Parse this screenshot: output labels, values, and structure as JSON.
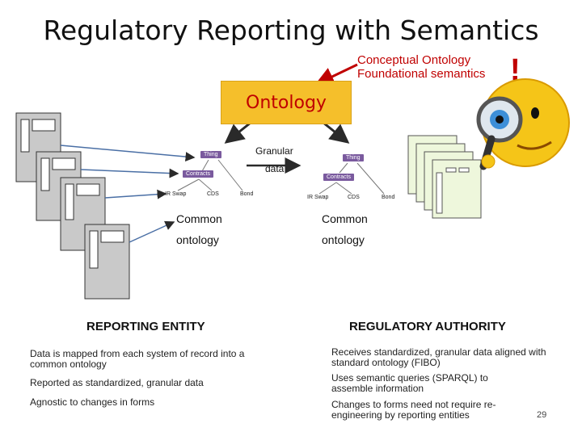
{
  "title": "Regulatory Reporting with Semantics",
  "callout": {
    "line1": "Conceptual Ontology",
    "line2": "Foundational semantics",
    "exclaim": "!"
  },
  "ontology_box": "Ontology",
  "granular": {
    "line1": "Granular",
    "line2": "data"
  },
  "left_tree": {
    "root": "Thing",
    "mid": "Contracts",
    "leaves": [
      "IR Swap",
      "CDS",
      "Bond"
    ],
    "caption1": "Common",
    "caption2": "ontology"
  },
  "right_tree": {
    "root": "Thing",
    "mid": "Contracts",
    "leaves": [
      "IR Swap",
      "CDS",
      "Bond"
    ],
    "caption1": "Common",
    "caption2": "ontology"
  },
  "left_section": {
    "heading": "REPORTING ENTITY",
    "bullets": [
      "Data is mapped from each system of record into a common ontology",
      "Reported as standardized, granular data",
      "Agnostic to changes in forms"
    ]
  },
  "right_section": {
    "heading": "REGULATORY AUTHORITY",
    "bullets": [
      "Receives standardized, granular data aligned with standard ontology (FIBO)",
      "Uses semantic queries (SPARQL) to assemble information",
      "Changes to forms need not require re-engineering by reporting entities"
    ]
  },
  "page_number": "29",
  "colors": {
    "title": "#111111",
    "callout": "#c00000",
    "ontology_fill": "#f5bf2b",
    "tag_fill": "#7a5a9e",
    "doc_fill": "#eef7dc",
    "smiley": "#f5c518"
  }
}
